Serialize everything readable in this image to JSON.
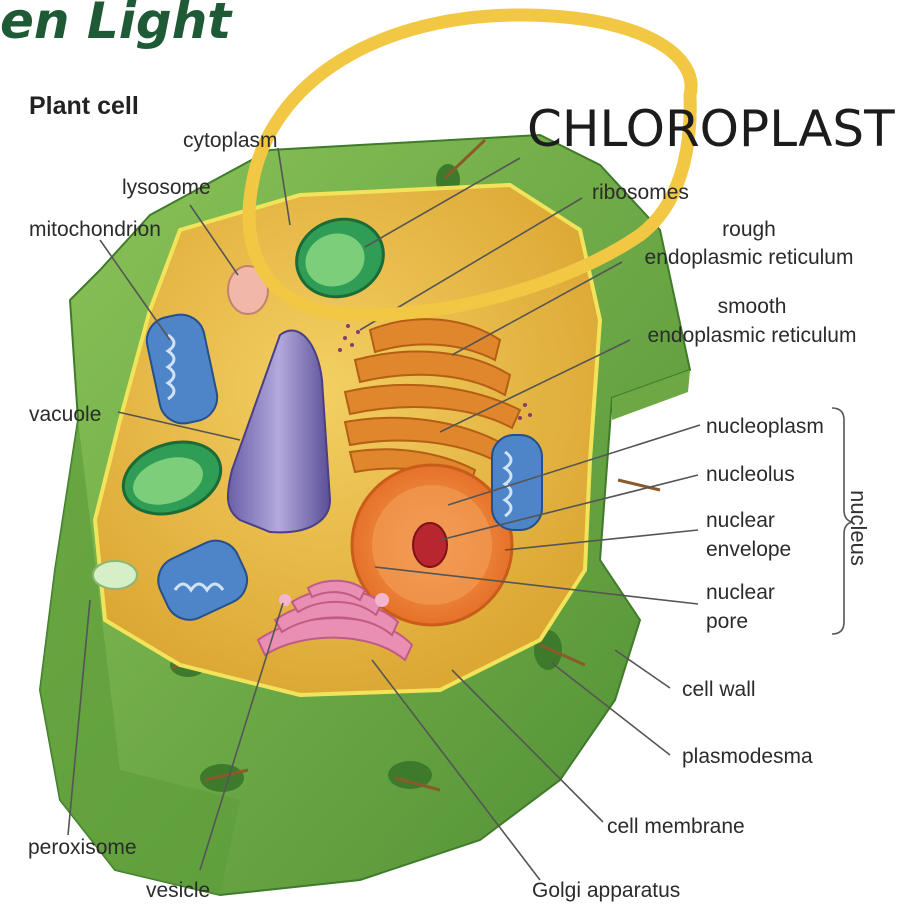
{
  "header_fragment": "en Light",
  "title": "Plant cell",
  "highlight_label": "CHLOROPLAST",
  "labels": {
    "cytoplasm": "cytoplasm",
    "lysosome": "lysosome",
    "mitochondrion": "mitochondrion",
    "vacuole": "vacuole",
    "peroxisome": "peroxisome",
    "vesicle": "vesicle",
    "golgi": "Golgi apparatus",
    "cell_membrane": "cell membrane",
    "plasmodesma": "plasmodesma",
    "cell_wall": "cell wall",
    "ribosomes": "ribosomes",
    "rough_1": "rough",
    "rough_2": "endoplasmic reticulum",
    "smooth_1": "smooth",
    "smooth_2": "endoplasmic reticulum",
    "nucleoplasm": "nucleoplasm",
    "nucleolus": "nucleolus",
    "nuclear_envelope_1": "nuclear",
    "nuclear_envelope_2": "envelope",
    "nuclear_pore_1": "nuclear",
    "nuclear_pore_2": "pore",
    "nucleus": "nucleus"
  },
  "colors": {
    "cell_wall": "#6faa45",
    "cytoplasm": "#e7b83a",
    "highlight_ring": "#f2c744",
    "header_text": "#1d5a35"
  }
}
